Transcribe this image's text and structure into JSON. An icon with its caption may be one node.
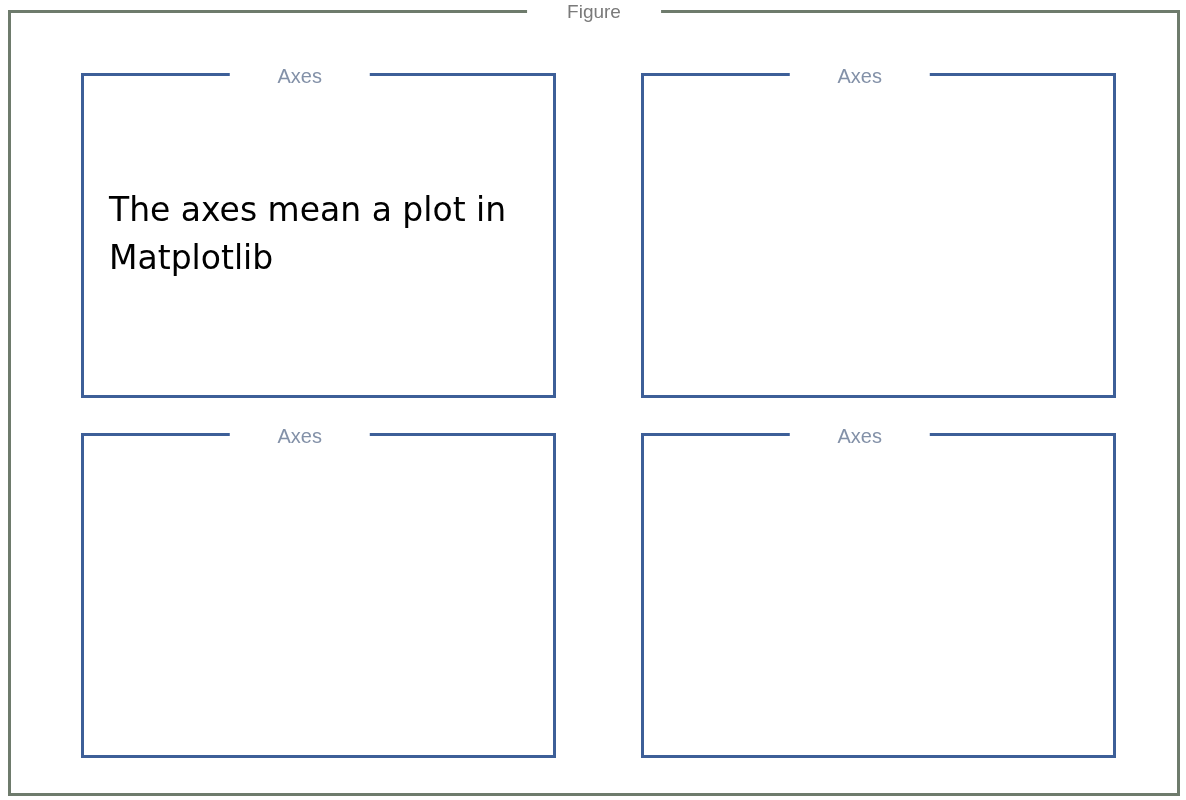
{
  "diagram": {
    "nodes": [
      {
        "text": [
          "Figure"
        ]
      },
      {
        "text": [
          "Axes",
          "The axes mean a plot in Matplotlib"
        ],
        "in": 0
      },
      {
        "text": [
          "Axes"
        ],
        "in": 0
      },
      {
        "text": [
          "Axes"
        ],
        "in": 0
      },
      {
        "text": [
          "Axes"
        ],
        "in": 0
      }
    ]
  }
}
